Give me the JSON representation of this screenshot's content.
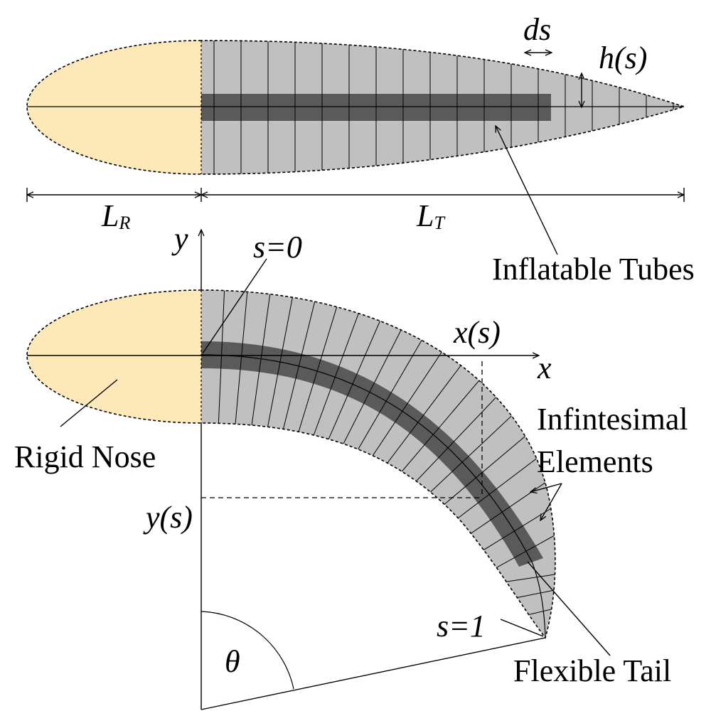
{
  "diagram": {
    "labels": {
      "ds": "ds",
      "h_s": "h(s)",
      "l_r_main": "L",
      "l_r_sub": "R",
      "l_t_main": "L",
      "l_t_sub": "T",
      "inflatable_tubes": "Inflatable Tubes",
      "y_axis": "y",
      "x_axis": "x",
      "s_zero": "s=0",
      "x_s": "x(s)",
      "y_s": "y(s)",
      "infinitesimal_line1": "Infintesimal",
      "infinitesimal_line2": "Elements",
      "rigid_nose": "Rigid Nose",
      "s_one": "s=1",
      "theta": "θ",
      "flexible_tail": "Flexible Tail"
    },
    "colors": {
      "nose_fill": "#fde9b8",
      "body_fill": "#c0c0c0",
      "tube_fill": "#5a5a5a",
      "line": "#000000"
    }
  }
}
